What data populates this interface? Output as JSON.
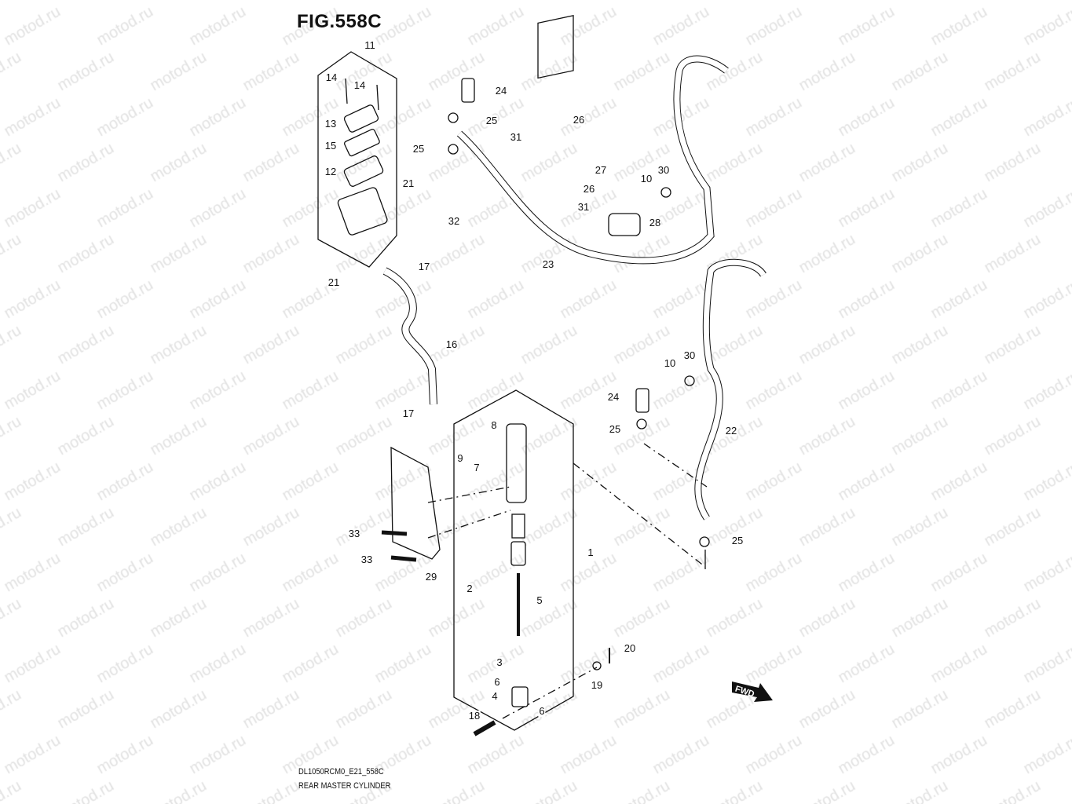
{
  "title": "FIG.558C",
  "watermark": "motod.ru",
  "fwd_label": "FWD",
  "footer": {
    "code": "DL1050RCM0_E21_558C",
    "caption": "REAR MASTER CYLINDER"
  },
  "callouts": [
    "11",
    "14",
    "14",
    "13",
    "15",
    "12",
    "21",
    "21",
    "17",
    "24",
    "25",
    "25",
    "32",
    "26",
    "31",
    "27",
    "26",
    "31",
    "10",
    "30",
    "28",
    "23",
    "16",
    "17",
    "9",
    "8",
    "7",
    "10",
    "30",
    "24",
    "25",
    "22",
    "25",
    "1",
    "2",
    "5",
    "33",
    "33",
    "29",
    "20",
    "19",
    "3",
    "6",
    "4",
    "6",
    "18"
  ]
}
